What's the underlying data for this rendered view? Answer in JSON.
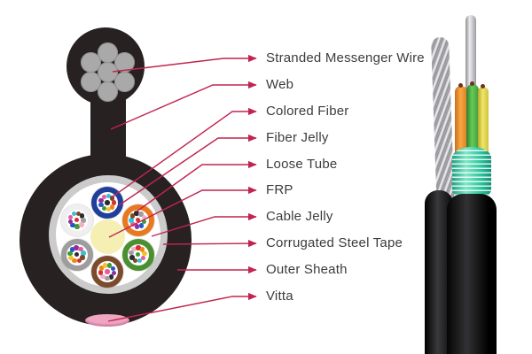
{
  "annotations": {
    "arrow_color": "#c2244e",
    "labels": [
      {
        "text": "Stranded Messenger Wire"
      },
      {
        "text": "Web"
      },
      {
        "text": "Colored Fiber"
      },
      {
        "text": "Fiber Jelly"
      },
      {
        "text": "Loose Tube"
      },
      {
        "text": "FRP"
      },
      {
        "text": "Cable Jelly"
      },
      {
        "text": "Corrugated Steel Tape"
      },
      {
        "text": "Outer Sheath"
      },
      {
        "text": "Vitta"
      }
    ]
  },
  "diagram": {
    "description": "figure-8 self-supporting fiber optic cable cross-section",
    "sheath_color": "#272122",
    "messenger_strand_color": "#a9a9a9",
    "messenger_strand_count": 7,
    "steel_tape_color": "#cbcbcb",
    "core_color": "#ffffff",
    "frp_color": "#f5efb4",
    "vitta_color": "#efa6c3",
    "loose_tube_count": 6,
    "loose_tube_colors": [
      "#1f3f9b",
      "#e8791f",
      "#4a9030",
      "#7c4a2d",
      "#9d9d9d",
      "#efefef"
    ],
    "fibers_per_tube": 10,
    "fiber_colors": [
      "#d63030",
      "#ef8419",
      "#f2c12e",
      "#3f9a35",
      "#2458c4",
      "#8e2f9e",
      "#e85aa0",
      "#35c3d4",
      "#7a4a2d",
      "#2b2b2b",
      "#9d9d9d",
      "#f4aec8"
    ]
  },
  "photo": {
    "jacket_color": "#0a0a0a",
    "steel_tape_color": "#45d2ac",
    "tube_colors": [
      "#f08c2e",
      "#53b94a",
      "#e8dd55"
    ],
    "strength_rod_color": "#c4c4c8",
    "messenger_wire_color": "#cfcfd3"
  }
}
